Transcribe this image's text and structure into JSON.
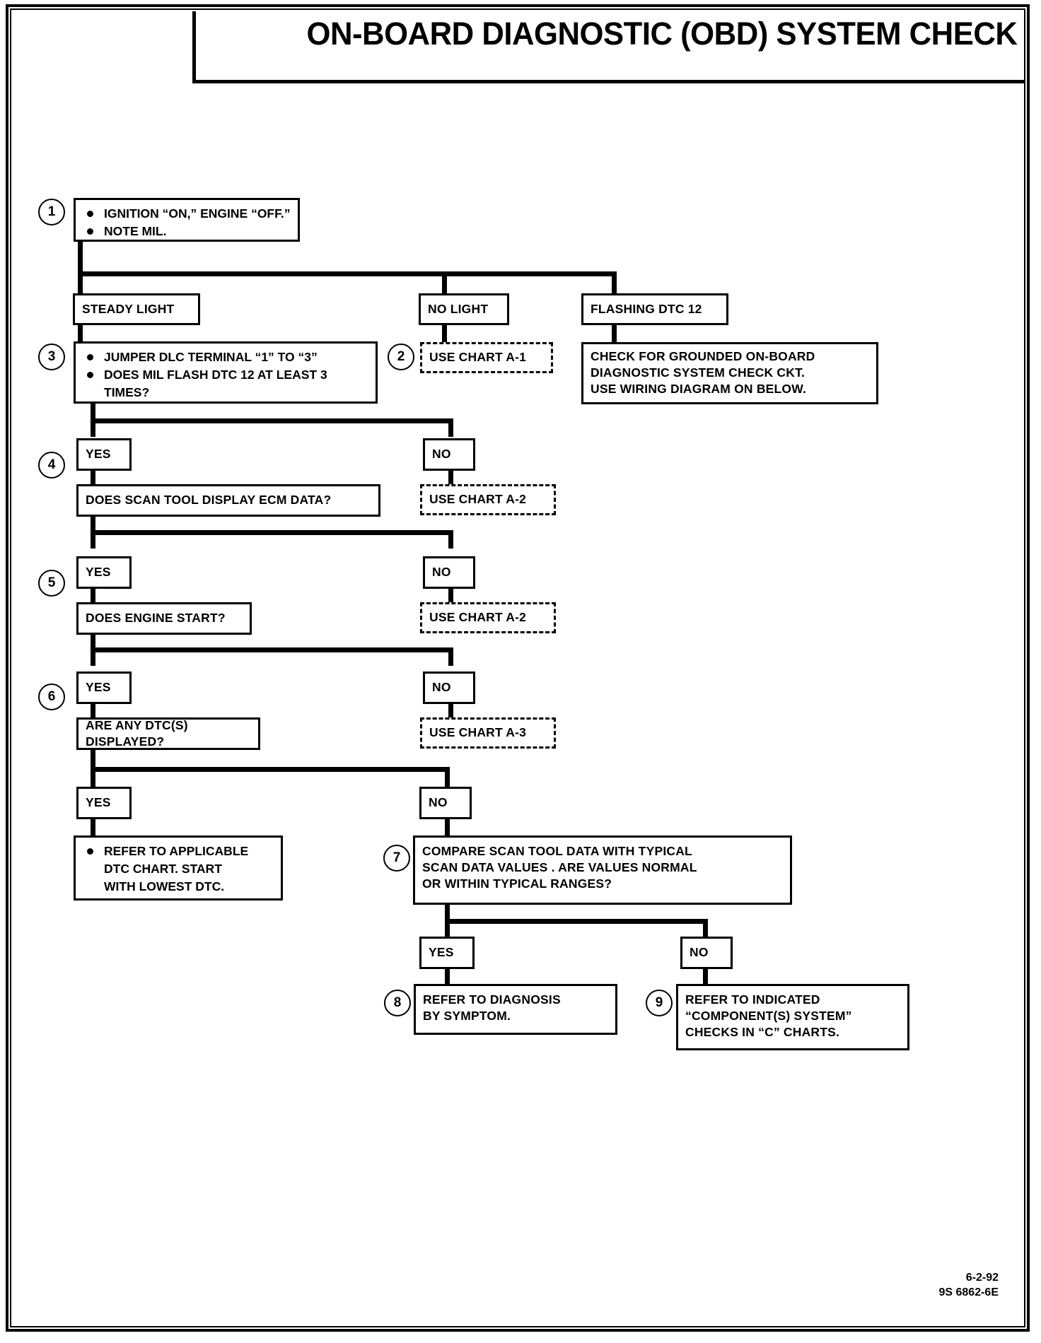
{
  "title": "ON-BOARD DIAGNOSTIC (OBD) SYSTEM CHECK",
  "steps": {
    "s1": "1",
    "s2": "2",
    "s3": "3",
    "s4": "4",
    "s5": "5",
    "s6": "6",
    "s7": "7",
    "s8": "8",
    "s9": "9"
  },
  "nodes": {
    "step1_bullet1": "IGNITION “ON,” ENGINE  “OFF.”",
    "step1_bullet2": "NOTE MIL.",
    "steady_light": "STEADY LIGHT",
    "no_light": "NO LIGHT",
    "flashing_dtc12": "FLASHING DTC 12",
    "step3_bullet1": "JUMPER  DLC TERMINAL “1” TO “3”",
    "step3_bullet2": "DOES MIL FLASH DTC 12 AT LEAST 3\nTIMES?",
    "use_chart_a1": "USE CHART A-1",
    "check_grounded": "CHECK FOR GROUNDED ON-BOARD\nDIAGNOSTIC SYSTEM CHECK CKT.\nUSE WIRING DIAGRAM ON BELOW.",
    "yes4": "YES",
    "no4": "NO",
    "scan_tool_ecm": "DOES SCAN TOOL DISPLAY ECM DATA?",
    "use_chart_a2_a": "USE CHART A-2",
    "yes5": "YES",
    "no5": "NO",
    "engine_start": "DOES ENGINE START?",
    "use_chart_a2_b": "USE CHART A-2",
    "yes6": "YES",
    "no6": "NO",
    "any_dtcs": "ARE ANY DTC(S) DISPLAYED?",
    "use_chart_a3": "USE CHART A-3",
    "yes7": "YES",
    "no7": "NO",
    "refer_applicable": "REFER TO APPLICABLE\nDTC CHART.  START\nWITH LOWEST DTC.",
    "compare_scan": "COMPARE SCAN TOOL DATA WITH TYPICAL\n SCAN  DATA VALUES .  ARE VALUES  NORMAL\nOR WITHIN TYPICAL RANGES?",
    "yes8": "YES",
    "no9": "NO",
    "refer_diagnosis": "REFER TO  DIAGNOSIS\nBY  SYMPTOM.",
    "refer_indicated": "REFER TO INDICATED\n“COMPONENT(S) SYSTEM”\nCHECKS IN “C” CHARTS."
  },
  "footer": {
    "date": "6-2-92",
    "code": "9S 6862-6E"
  }
}
